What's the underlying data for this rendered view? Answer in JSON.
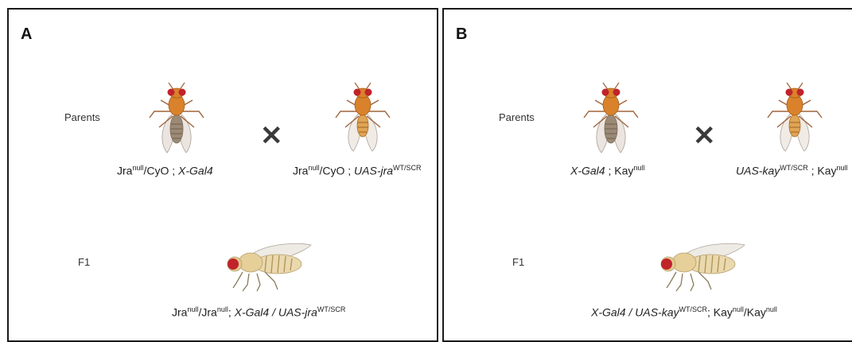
{
  "colors": {
    "border": "#1a1a1a",
    "eye": "#c0232a",
    "female_thorax": "#d9822b",
    "female_abdomen": "#9c8a76",
    "male_body": "#e0a454",
    "side_fly_body": "#ead9ae"
  },
  "icons": {
    "cross": "multiply-sign-icon",
    "fly_top": "fruit-fly-dorsal-icon",
    "fly_side": "fruit-fly-lateral-icon"
  },
  "panel_a": {
    "letter": "A",
    "parents_label": "Parents",
    "f1_label": "F1",
    "cross_symbol": "✕",
    "female": {
      "g1": "Jra",
      "g1_sup": "null",
      "g1_rest": "/CyO ; ",
      "g2": "X-Gal4"
    },
    "male": {
      "g1": "Jra",
      "g1_sup": "null",
      "g1_rest": "/CyO ; ",
      "g2": "UAS-jra",
      "g2_sup": "WT/SCR"
    },
    "f1": {
      "a": "Jra",
      "a_sup": "null",
      "b": "/Jra",
      "b_sup": "null",
      "c": "; ",
      "d": "X-Gal4 / UAS-jra",
      "d_sup": "WT/SCR"
    }
  },
  "panel_b": {
    "letter": "B",
    "parents_label": "Parents",
    "f1_label": "F1",
    "cross_symbol": "✕",
    "female": {
      "g1": "X-Gal4",
      "g1_rest": " ; Kay",
      "g1_sup": "null"
    },
    "male": {
      "g1": "UAS-kay",
      "g1_sup": "WT/SCR",
      "g1_rest": " ; Kay",
      "g2_sup": "null"
    },
    "f1": {
      "a": "X-Gal4 / UAS-kay",
      "a_sup": "WT/SCR",
      "b": "; Kay",
      "b_sup": "null",
      "c": "/Kay",
      "c_sup": "null"
    }
  }
}
